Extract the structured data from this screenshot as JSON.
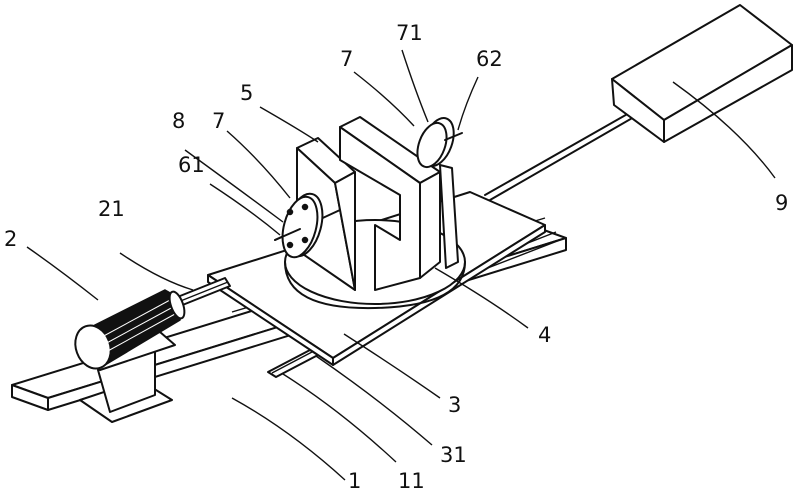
{
  "figure": {
    "type": "patent-style isometric line drawing",
    "parts": [
      {
        "id": "1",
        "label": "1",
        "name": "base-plate"
      },
      {
        "id": "11",
        "label": "11",
        "name": "base-guide-rail"
      },
      {
        "id": "2",
        "label": "2",
        "name": "motor"
      },
      {
        "id": "21",
        "label": "21",
        "name": "lead-screw"
      },
      {
        "id": "3",
        "label": "3",
        "name": "sliding-plate"
      },
      {
        "id": "31",
        "label": "31",
        "name": "slider-groove"
      },
      {
        "id": "4",
        "label": "4",
        "name": "rotary-table"
      },
      {
        "id": "5",
        "label": "5",
        "name": "u-shaped-clamp-block"
      },
      {
        "id": "61",
        "label": "61",
        "name": "shaft-left"
      },
      {
        "id": "62",
        "label": "62",
        "name": "shaft-right"
      },
      {
        "id": "7a",
        "label": "7",
        "name": "flange-left"
      },
      {
        "id": "7b",
        "label": "7",
        "name": "flange-right"
      },
      {
        "id": "71",
        "label": "71",
        "name": "flange-bolt-holes"
      },
      {
        "id": "8",
        "label": "8",
        "name": "disc"
      },
      {
        "id": "9",
        "label": "9",
        "name": "control-box"
      }
    ]
  }
}
